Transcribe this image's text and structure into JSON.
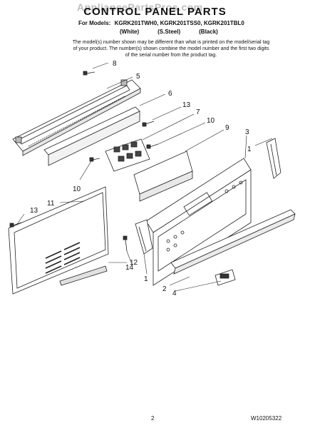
{
  "watermark": "AppliancePartsPros.com",
  "title": "CONTROL PANEL PARTS",
  "models": {
    "label": "For Models:",
    "list": "KGRK201TWH0, KGRK201TSS0, KGRK201TBL0",
    "variants": [
      "(White)",
      "(S.Steel)",
      "(Black)"
    ]
  },
  "note": "The model(s) number shown may be different than what is printed on the model/serial tag of your product. The number(s) shown combine the model number and the first two digits of the serial number from the product tag.",
  "callouts": [
    "8",
    "5",
    "6",
    "13",
    "7",
    "10",
    "9",
    "3",
    "1",
    "10",
    "11",
    "13",
    "12",
    "14",
    "1",
    "2",
    "4"
  ],
  "footer": {
    "page_number": "2",
    "document_number": "W10205322"
  }
}
